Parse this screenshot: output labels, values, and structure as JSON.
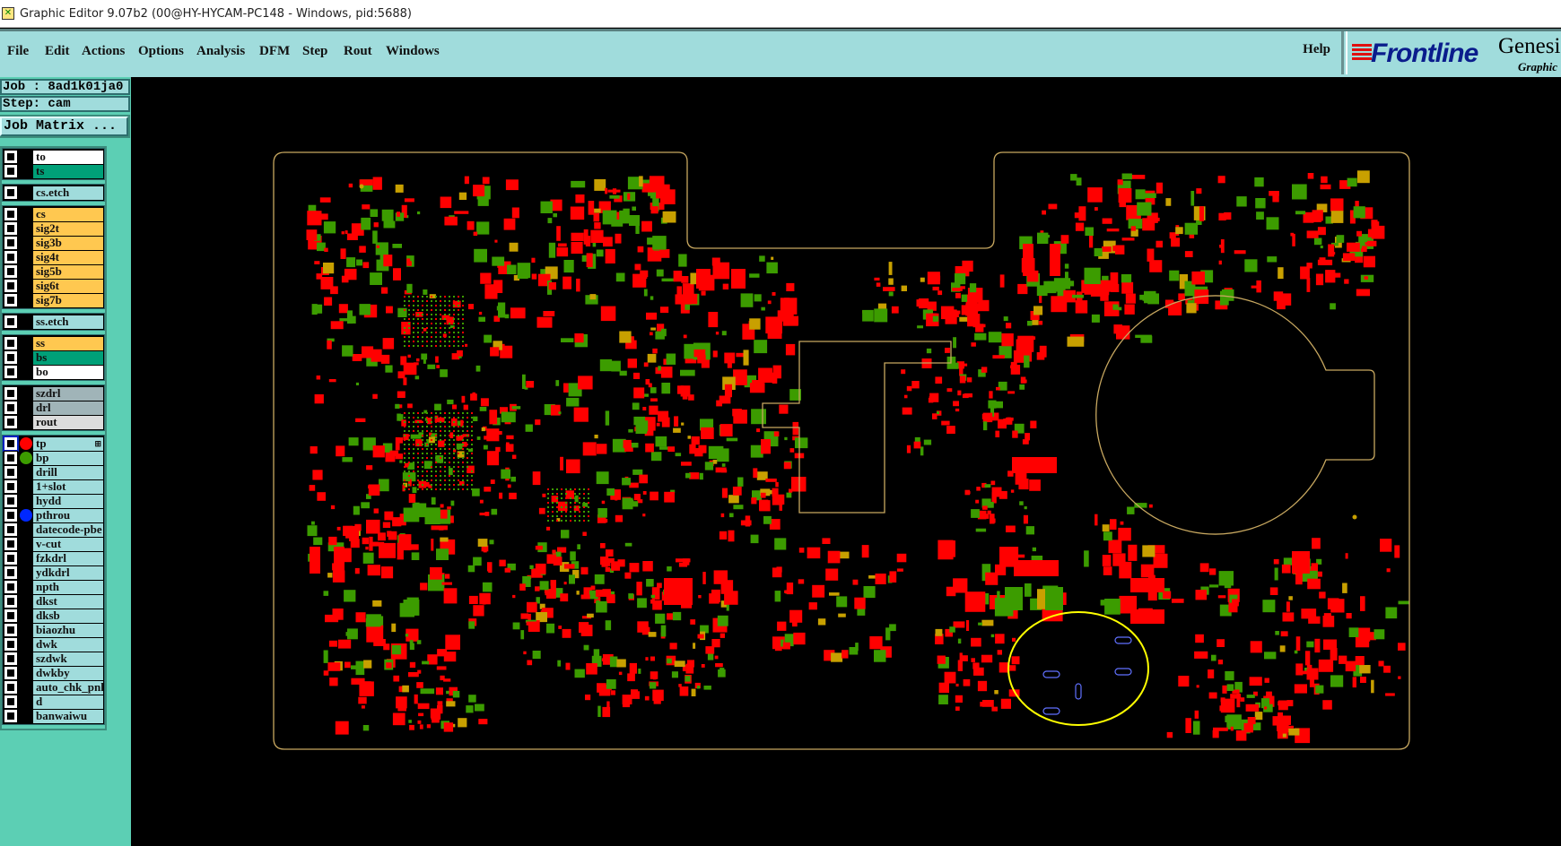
{
  "window": {
    "title": "Graphic Editor 9.07b2 (00@HY-HYCAM-PC148 - Windows, pid:5688)",
    "icon": "app-window-icon"
  },
  "menu": [
    {
      "label": "File"
    },
    {
      "label": "Edit"
    },
    {
      "label": "Actions"
    },
    {
      "label": "Options"
    },
    {
      "label": "Analysis"
    },
    {
      "label": "DFM"
    },
    {
      "label": "Step"
    },
    {
      "label": "Rout"
    },
    {
      "label": "Windows"
    }
  ],
  "help_label": "Help",
  "logo": {
    "brand": "Frontline",
    "product": "Genesis",
    "subtitle": "Graphic"
  },
  "job": {
    "label": "Job : 8ad1k01ja0",
    "step": "Step: cam",
    "job_matrix_button": "Job Matrix ..."
  },
  "colors": {
    "red": "#ff0000",
    "green": "#3c9c00",
    "blue": "#0028ff",
    "orange": "#ffc850",
    "teal": "#00a078",
    "lightblue": "#a0dcdc",
    "grey": "#a0b4b8",
    "lightgrey": "#dcdcdc",
    "white": "#ffffff",
    "board_outline": "#c8a860",
    "ellipse": "#ffff00"
  },
  "layer_groups": [
    [
      {
        "name": "to",
        "bg": "#ffffff"
      },
      {
        "name": "ts",
        "bg": "#00a078"
      }
    ],
    [
      {
        "name": "cs.etch",
        "bg": "#a0dcdc"
      }
    ],
    [
      {
        "name": "cs",
        "bg": "#ffc850"
      },
      {
        "name": "sig2t",
        "bg": "#ffc850"
      },
      {
        "name": "sig3b",
        "bg": "#ffc850"
      },
      {
        "name": "sig4t",
        "bg": "#ffc850"
      },
      {
        "name": "sig5b",
        "bg": "#ffc850"
      },
      {
        "name": "sig6t",
        "bg": "#ffc850"
      },
      {
        "name": "sig7b",
        "bg": "#ffc850"
      }
    ],
    [
      {
        "name": "ss.etch",
        "bg": "#a0dcdc"
      }
    ],
    [
      {
        "name": "ss",
        "bg": "#ffc850"
      },
      {
        "name": "bs",
        "bg": "#00a078"
      },
      {
        "name": "bo",
        "bg": "#ffffff"
      }
    ],
    [
      {
        "name": "szdrl",
        "bg": "#a0b4b8"
      },
      {
        "name": "drl",
        "bg": "#a0b4b8"
      },
      {
        "name": "rout",
        "bg": "#dcdcdc"
      }
    ],
    [
      {
        "name": "tp",
        "bg": "#a0dcdc",
        "dot": "#ff0000",
        "selected": true,
        "marker": "⊞"
      },
      {
        "name": "bp",
        "bg": "#a0dcdc",
        "dot": "#3c9c00"
      },
      {
        "name": "drill",
        "bg": "#a0dcdc"
      },
      {
        "name": "1+slot",
        "bg": "#a0dcdc"
      },
      {
        "name": "hydd",
        "bg": "#a0dcdc"
      },
      {
        "name": "pthrou",
        "bg": "#a0dcdc",
        "dot": "#0028ff"
      },
      {
        "name": "datecode-pbe",
        "bg": "#a0dcdc"
      },
      {
        "name": "v-cut",
        "bg": "#a0dcdc"
      },
      {
        "name": "fzkdrl",
        "bg": "#a0dcdc"
      },
      {
        "name": "ydkdrl",
        "bg": "#a0dcdc"
      },
      {
        "name": "npth",
        "bg": "#a0dcdc"
      },
      {
        "name": "dkst",
        "bg": "#a0dcdc"
      },
      {
        "name": "dksb",
        "bg": "#a0dcdc"
      },
      {
        "name": "biaozhu",
        "bg": "#a0dcdc"
      },
      {
        "name": "dwk",
        "bg": "#a0dcdc"
      },
      {
        "name": "szdwk",
        "bg": "#a0dcdc"
      },
      {
        "name": "dwkby",
        "bg": "#a0dcdc"
      },
      {
        "name": "auto_chk_pnl",
        "bg": "#a0dcdc"
      },
      {
        "name": "d",
        "bg": "#a0dcdc"
      },
      {
        "name": "banwaiwu",
        "bg": "#a0dcdc"
      }
    ]
  ]
}
